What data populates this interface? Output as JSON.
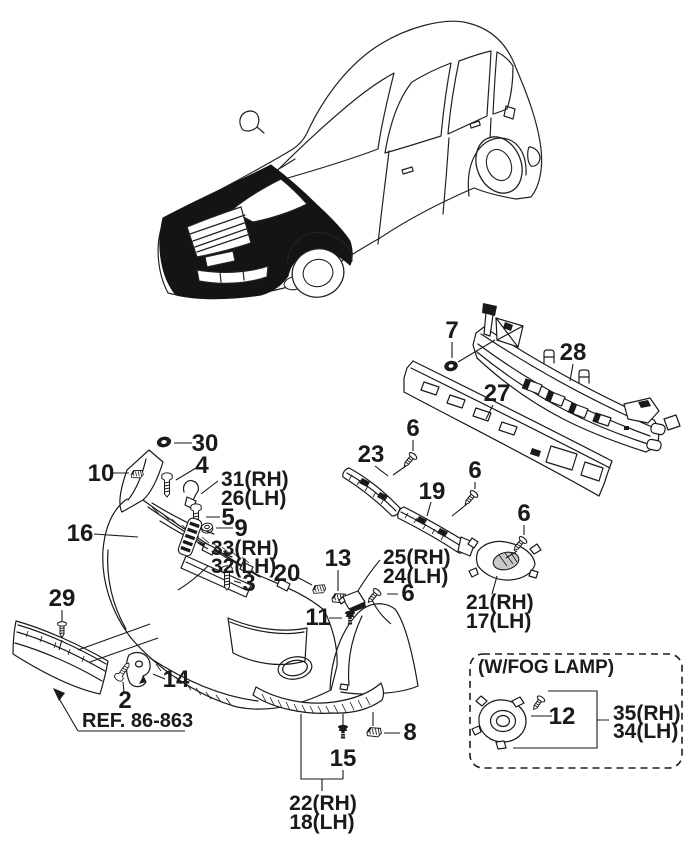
{
  "diagram": {
    "ink": "#1a1a1a",
    "callouts": {
      "c2": "2",
      "c3": "3",
      "c4": "4",
      "c5": "5",
      "c6": "6",
      "c7": "7",
      "c8": "8",
      "c9": "9",
      "c10": "10",
      "c11": "11",
      "c12": "12",
      "c13": "13",
      "c14": "14",
      "c15": "15",
      "c16": "16",
      "c19": "19",
      "c20": "20",
      "c23": "23",
      "c27": "27",
      "c28": "28",
      "c29": "29",
      "c30": "30",
      "c17lh": "17(LH)",
      "c18lh": "18(LH)",
      "c21rh": "21(RH)",
      "c22rh": "22(RH)",
      "c24lh": "24(LH)",
      "c25rh": "25(RH)",
      "c26lh": "26(LH)",
      "c31rh": "31(RH)",
      "c32lh": "32(LH)",
      "c33rh": "33(RH)",
      "c34lh": "34(LH)",
      "c35rh": "35(RH)"
    },
    "ref_label": "REF. 86-863",
    "fog_box_title": "(W/FOG LAMP)"
  }
}
